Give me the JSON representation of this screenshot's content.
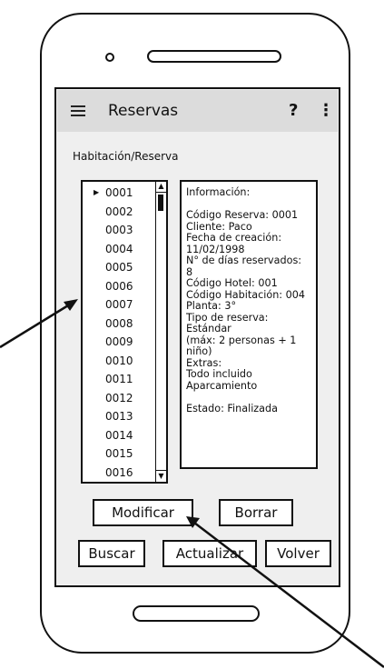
{
  "header": {
    "title": "Reservas",
    "help": "?",
    "more": "⋮"
  },
  "section_label": "Habitación/Reserva",
  "list": {
    "items": [
      "0001",
      "0002",
      "0003",
      "0004",
      "0005",
      "0006",
      "0007",
      "0008",
      "0009",
      "0010",
      "0011",
      "0012",
      "0013",
      "0014",
      "0015",
      "0016"
    ],
    "selected": "0001"
  },
  "info": {
    "lines": [
      "Información:",
      "",
      " Código Reserva: 0001",
      " Cliente: Paco",
      " Fecha de creación:",
      "11/02/1998",
      " N° de días reservados:",
      "8",
      " Código Hotel: 001",
      " Código Habitación: 004",
      " Planta: 3°",
      " Tipo de reserva:",
      "Estándar",
      "  (máx: 2 personas + 1",
      "niño)",
      " Extras:",
      "  Todo incluido",
      "  Aparcamiento",
      "",
      " Estado: Finalizada"
    ]
  },
  "buttons": {
    "modify": "Modificar",
    "delete": "Borrar",
    "search": "Buscar",
    "update": "Actualizar",
    "back": "Volver"
  }
}
